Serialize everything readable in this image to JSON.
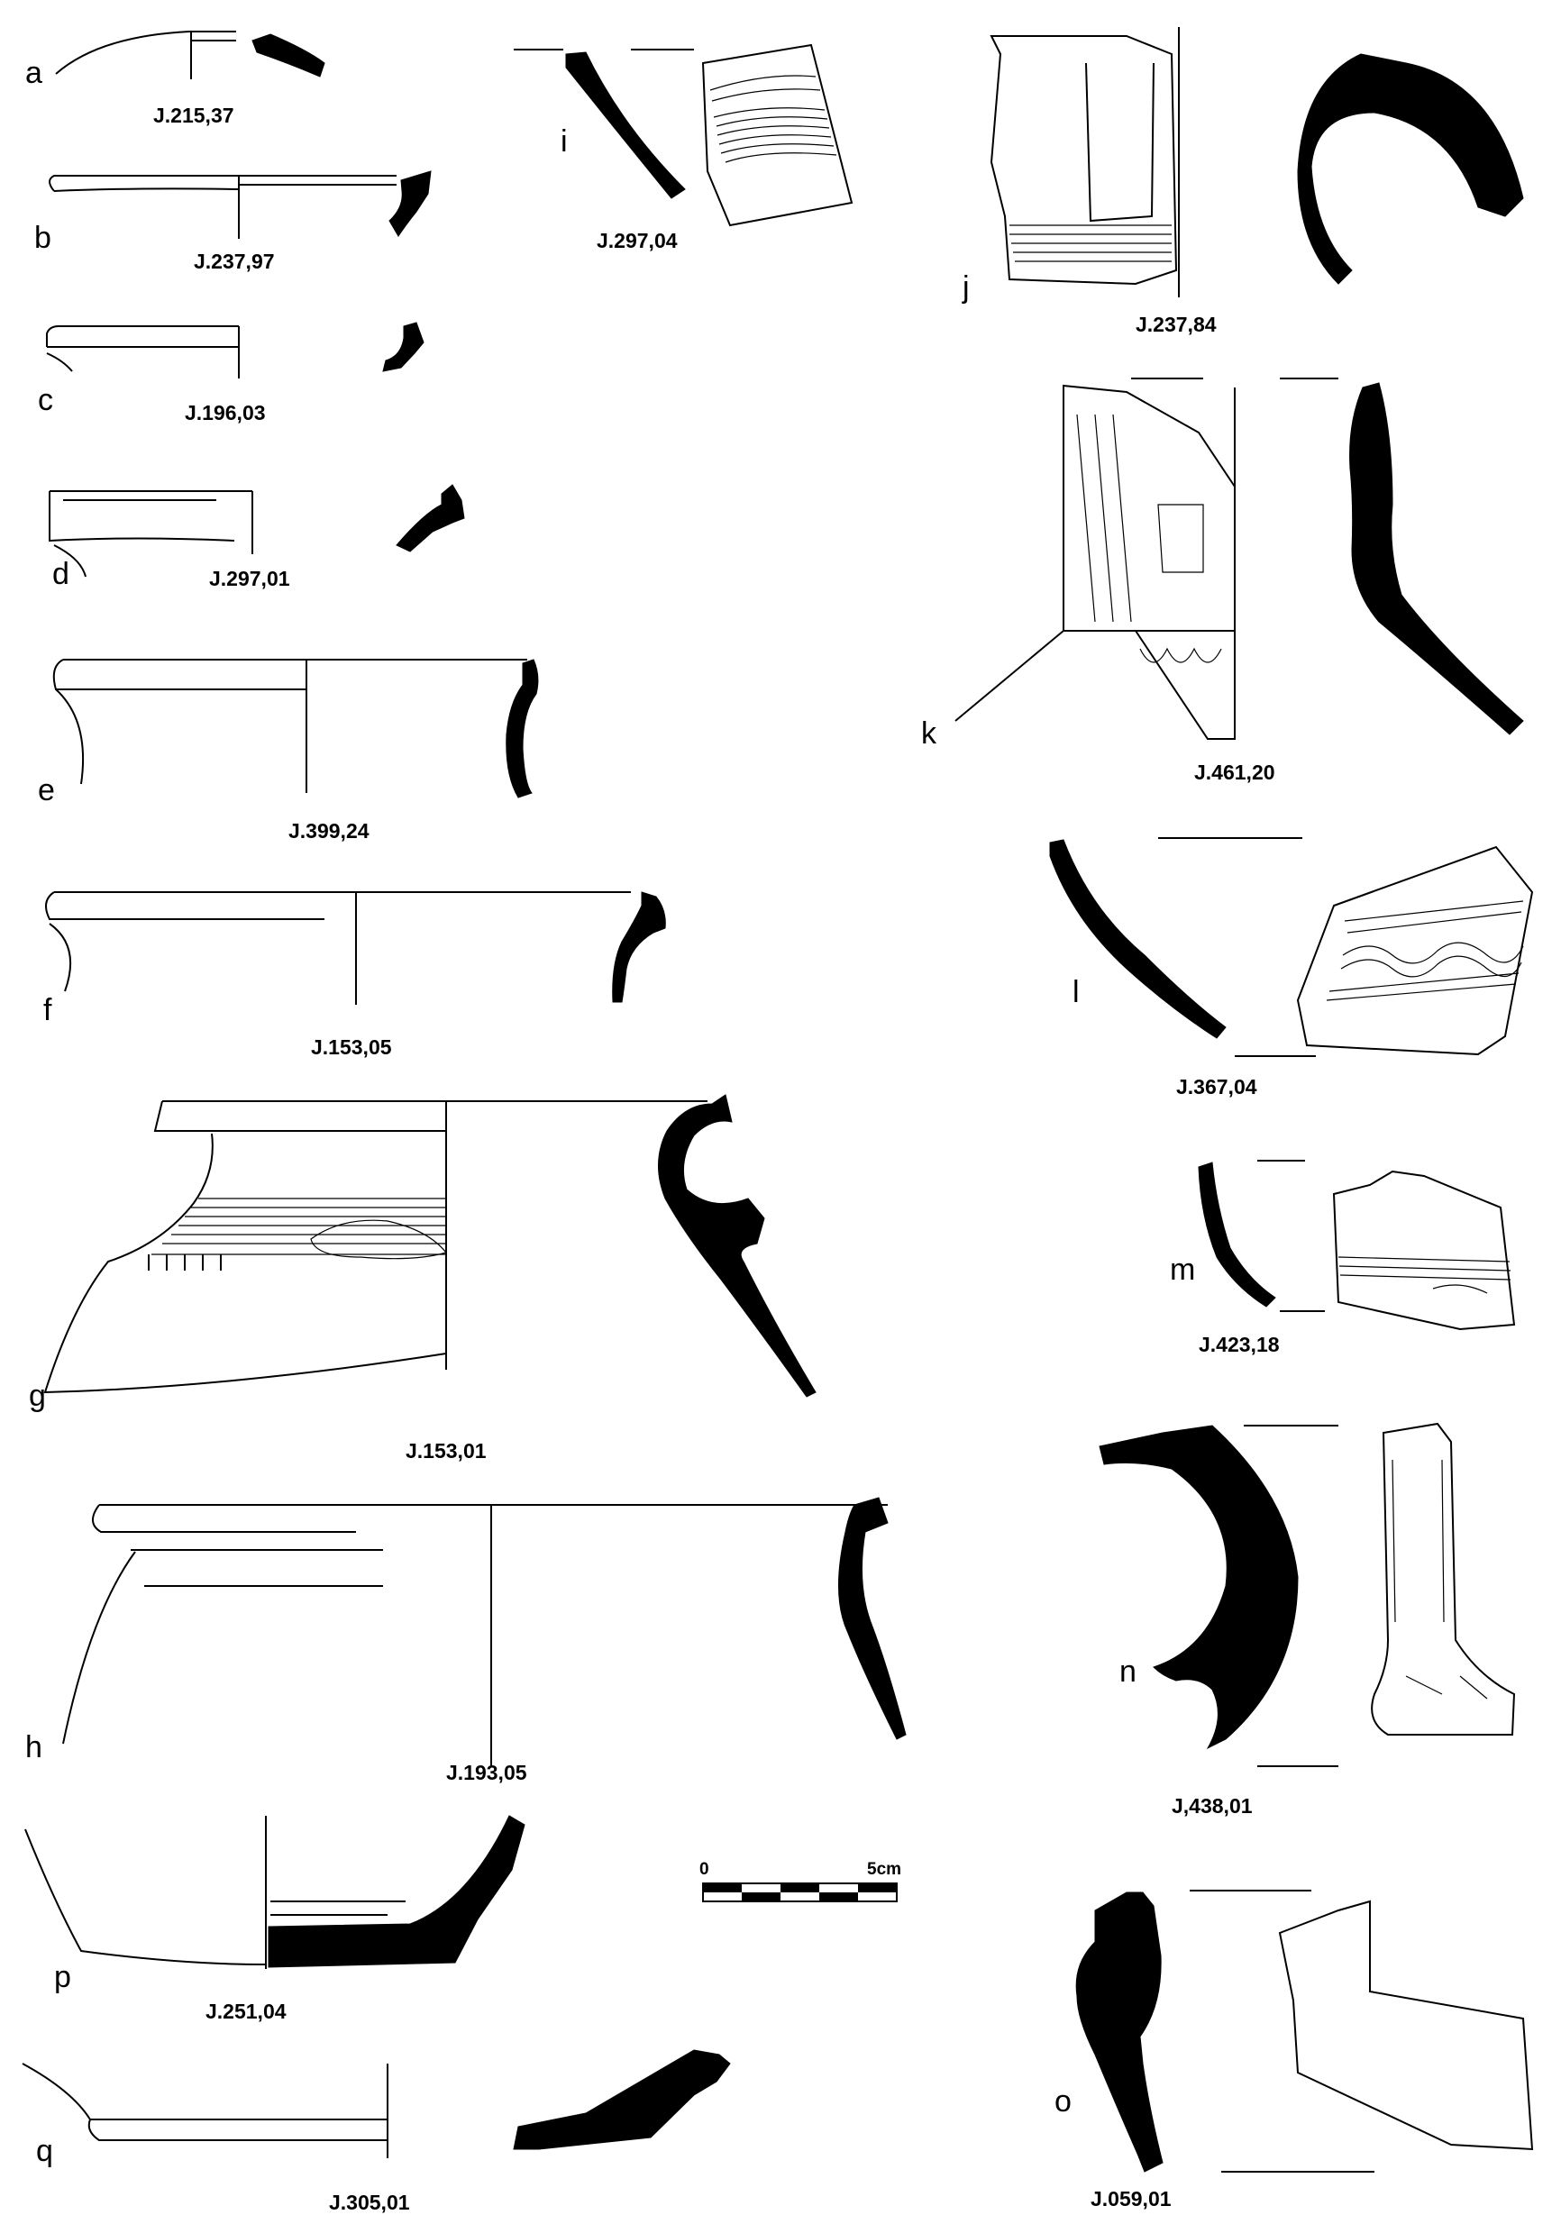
{
  "figure": {
    "items": [
      {
        "letter": "a",
        "catalogue": "J.215,37"
      },
      {
        "letter": "b",
        "catalogue": "J.237,97"
      },
      {
        "letter": "c",
        "catalogue": "J.196,03"
      },
      {
        "letter": "d",
        "catalogue": "J.297,01"
      },
      {
        "letter": "e",
        "catalogue": "J.399,24"
      },
      {
        "letter": "f",
        "catalogue": "J.153,05"
      },
      {
        "letter": "g",
        "catalogue": "J.153,01"
      },
      {
        "letter": "h",
        "catalogue": "J.193,05"
      },
      {
        "letter": "i",
        "catalogue": "J.297,04"
      },
      {
        "letter": "j",
        "catalogue": "J.237,84"
      },
      {
        "letter": "k",
        "catalogue": "J.461,20"
      },
      {
        "letter": "l",
        "catalogue": "J.367,04"
      },
      {
        "letter": "m",
        "catalogue": "J.423,18"
      },
      {
        "letter": "n",
        "catalogue": "J,438,01"
      },
      {
        "letter": "o",
        "catalogue": "J.059,01"
      },
      {
        "letter": "p",
        "catalogue": "J.251,04"
      },
      {
        "letter": "q",
        "catalogue": "J.305,01"
      }
    ],
    "scale_bar": {
      "start_label": "0",
      "end_label": "5cm",
      "segments": 5
    }
  }
}
